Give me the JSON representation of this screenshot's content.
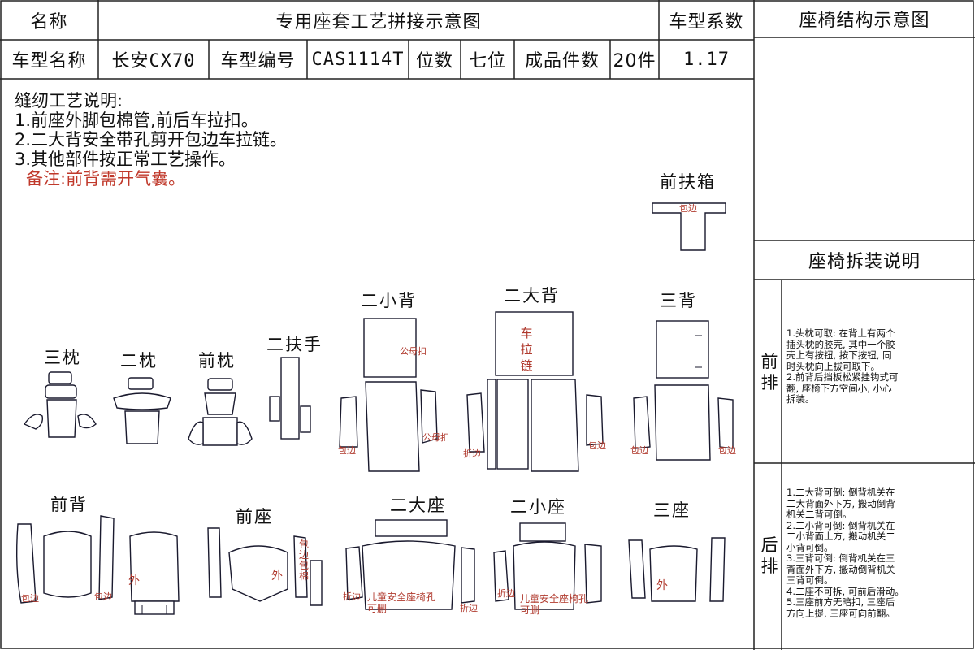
{
  "header": {
    "name_label": "名称",
    "title": "专用座套工艺拼接示意图",
    "coef_label": "车型系数",
    "struct_title": "座椅结构示意图",
    "model_label": "车型名称",
    "model_value": "长安CX70",
    "code_label": "车型编号",
    "code_value": "CAS1114T",
    "seats_label": "位数",
    "seats_value": "七位",
    "pieces_label": "成品件数",
    "pieces_value": "20件",
    "coef_value": "1.17"
  },
  "notes": {
    "title": "缝纫工艺说明:",
    "items": [
      "1.前座外脚包棉管,前后车拉扣。",
      "2.二大背安全带孔剪开包边车拉链。",
      "3.其他部件按正常工艺操作。"
    ],
    "remark": "备注:前背需开气囊。"
  },
  "parts": {
    "front_armrest_box": "前扶箱",
    "second_small_back": "二小背",
    "second_big_back": "二大背",
    "third_back": "三背",
    "third_pillow": "三枕",
    "second_pillow": "二枕",
    "front_pillow": "前枕",
    "second_armrest": "二扶手",
    "front_back": "前背",
    "front_seat": "前座",
    "second_big_seat": "二大座",
    "second_small_seat": "二小座",
    "third_seat": "三座"
  },
  "marks": {
    "binding": "包边",
    "fold_edge": "折边",
    "outer": "外",
    "female_buckle": "公母扣",
    "zipper": "车拉链",
    "binding_cotton": "包边包棉",
    "child_seat_hole": "儿童安全座椅孔可删"
  },
  "assembly": {
    "title": "座椅拆装说明",
    "front_row_label": "前排",
    "rear_row_label": "后排",
    "front_lines": [
      "1.头枕可取: 在背上有两个",
      "插头枕的胶壳, 其中一个胶",
      "壳上有按钮, 按下按钮, 同",
      "时头枕向上拔可取下。",
      "2.前背后挡板松紧挂钩式可",
      "翻, 座椅下方空间小, 小心",
      "拆装。"
    ],
    "rear_lines": [
      "1.二大背可倒: 倒背机关在",
      "二大背面外下方, 搬动倒背",
      "机关二背可倒。",
      "2.二小背可倒: 倒背机关在",
      "二小背面上方, 搬动机关二",
      "小背可倒。",
      "3.三背可倒: 倒背机关在三",
      "背面外下方, 搬动倒背机关",
      "三背可倒。",
      "4.二座不可拆, 可前后滑动。",
      "5.三座前方无暗扣, 三座后",
      "方向上提, 三座可向前翻。"
    ]
  },
  "colors": {
    "line": "#1a1a2e",
    "mark_red": "#b03a2e",
    "remark_red": "#c0392b"
  }
}
